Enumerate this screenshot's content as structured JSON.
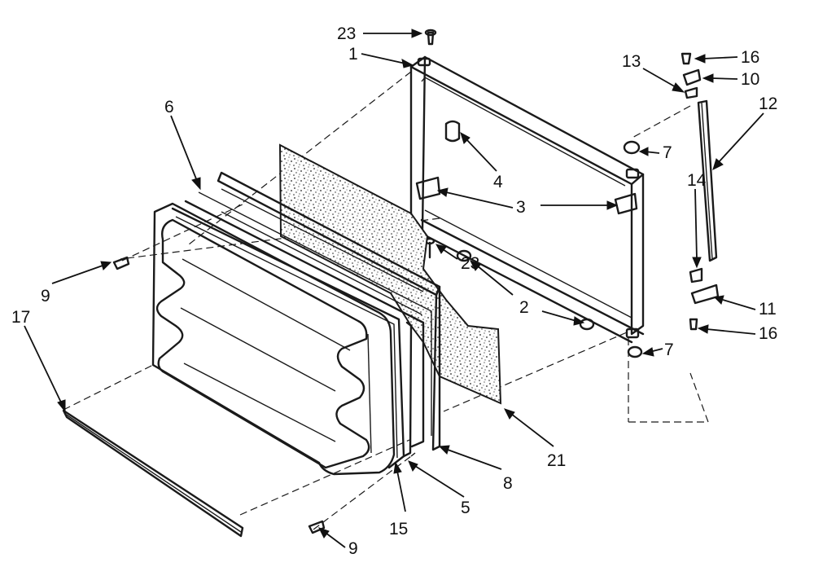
{
  "callouts": [
    {
      "id": "c1",
      "text": "23"
    },
    {
      "id": "c2",
      "text": "1"
    },
    {
      "id": "c3",
      "text": "13"
    },
    {
      "id": "c4",
      "text": "16"
    },
    {
      "id": "c5",
      "text": "10"
    },
    {
      "id": "c6",
      "text": "12"
    },
    {
      "id": "c7",
      "text": "6"
    },
    {
      "id": "c8",
      "text": "7"
    },
    {
      "id": "c9",
      "text": "4"
    },
    {
      "id": "c10",
      "text": "14"
    },
    {
      "id": "c11",
      "text": "3"
    },
    {
      "id": "c12",
      "text": "9"
    },
    {
      "id": "c13",
      "text": "23"
    },
    {
      "id": "c14",
      "text": "17"
    },
    {
      "id": "c15",
      "text": "2"
    },
    {
      "id": "c16",
      "text": "11"
    },
    {
      "id": "c17",
      "text": "16"
    },
    {
      "id": "c18",
      "text": "7"
    },
    {
      "id": "c19",
      "text": "21"
    },
    {
      "id": "c20",
      "text": "8"
    },
    {
      "id": "c21",
      "text": "5"
    },
    {
      "id": "c22",
      "text": "15"
    },
    {
      "id": "c23",
      "text": "9"
    }
  ]
}
